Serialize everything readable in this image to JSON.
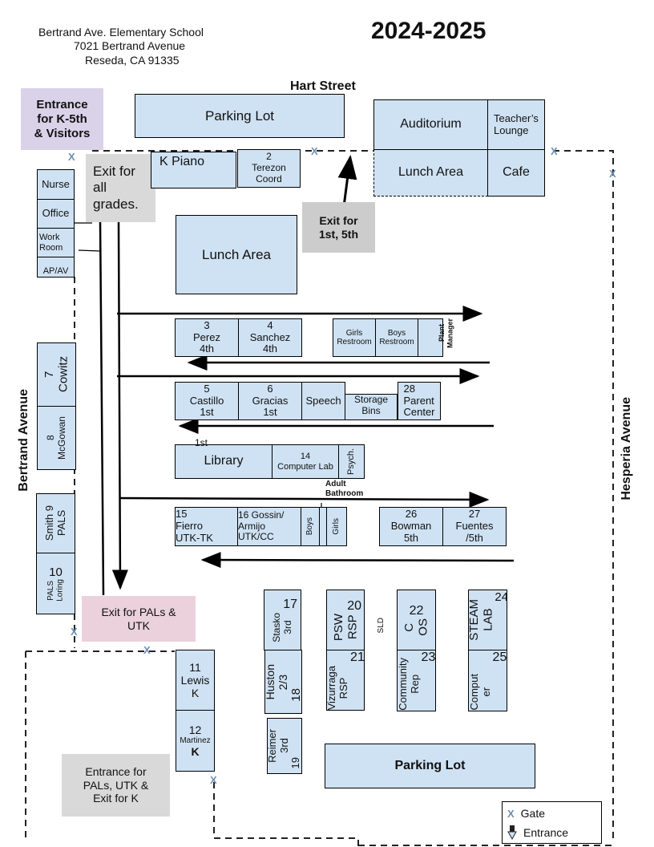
{
  "header": {
    "school_name": "Bertrand Ave. Elementary School",
    "address_line1": "7021 Bertrand Avenue",
    "address_line2": "Reseda, CA 91335",
    "year": "2024-2025"
  },
  "streets": {
    "north": "Hart Street",
    "west": "Bertrand Avenue",
    "east": "Hesperia  Avenue"
  },
  "notes": {
    "entrance_k5": "Entrance\nfor K-5th\n& Visitors",
    "exit_all": "Exit for\nall\ngrades.",
    "exit_1st_5th": "Exit for\n1st, 5th",
    "exit_pals_utk": "Exit for PALs &\nUTK",
    "entrance_pals_utk": "Entrance for\nPALs, UTK &\nExit for K",
    "adult_bathroom": "Adult\nBathroom",
    "first_label": "1st",
    "sld": "SLD"
  },
  "rooms": {
    "parking_top": "Parking Lot",
    "auditorium": "Auditorium",
    "teachers_lounge": "Teacher’s\nLounge",
    "lunch_area_ne": "Lunch Area",
    "cafe": "Cafe",
    "k_piano": "K Piano",
    "terezon": "2\nTerezon\nCoord",
    "nurse": "Nurse",
    "office": "Office",
    "work_room": "Work\nRoom",
    "ap_av": "AP/AV",
    "lunch_area": "Lunch Area",
    "perez": "3\nPerez\n4th",
    "sanchez": "4\nSanchez\n4th",
    "girls_restroom": "Girls\nRestroom",
    "boys_restroom": "Boys\nRestroom",
    "plant_manager": "Plant\nManager",
    "castillo": "5\nCastillo\n1st",
    "gracias": "6\nGracias\n1st",
    "speech": "Speech",
    "storage": "Storage\nBins",
    "parent_center": "28\nParent\nCenter",
    "library": "Library",
    "computer_lab": "14\nComputer Lab",
    "psych": "Psych.",
    "fierro": "15\nFierro\nUTK-TK",
    "gossin": "16  Gossin/\nArmijo\nUTK/CC",
    "boys": "Boys",
    "girls": "Girls",
    "bowman": "26\nBowman\n5th",
    "fuentes": "27\nFuentes\n/5th",
    "cowitz": "7\nCowitz",
    "mcgowan": "8\nMcGowan",
    "smith": "Smith 9\nPALS",
    "loring": "10",
    "loring_name": "PALS\nLoring",
    "stasko": "Stasko\n3rd",
    "stasko_num": "17",
    "huston": "Huston\n2/3",
    "huston_num": "18",
    "reimer": "Reimer\n3rd",
    "reimer_num": "19",
    "psw": "PSW\nRSP",
    "psw_num": "20",
    "vizurraga": "Vizurraga\nRSP",
    "vizurraga_num": "21",
    "cos": "C\nOS",
    "cos_num": "22",
    "community": "Community\nRep",
    "community_num": "23",
    "steam": "STEAM\nLAB",
    "steam_num": "24",
    "computer": "Comput\ner",
    "computer_num": "25",
    "lewis": "11\nLewis\nK",
    "martinez_num": "12",
    "martinez": "Martinez",
    "martinez_grade": "K",
    "parking_bottom": "Parking Lot"
  },
  "legend": {
    "gate_icon": "gate-icon",
    "gate": "Gate",
    "entrance_icon": "entrance-arrow-icon",
    "entrance": "Entrance"
  },
  "gate_symbol": "X",
  "colors": {
    "room": "#cfe2f3",
    "entrance_purple": "#d9d2e9",
    "exit_pink": "#ead1dc",
    "note_gray": "#d9d9d9"
  }
}
